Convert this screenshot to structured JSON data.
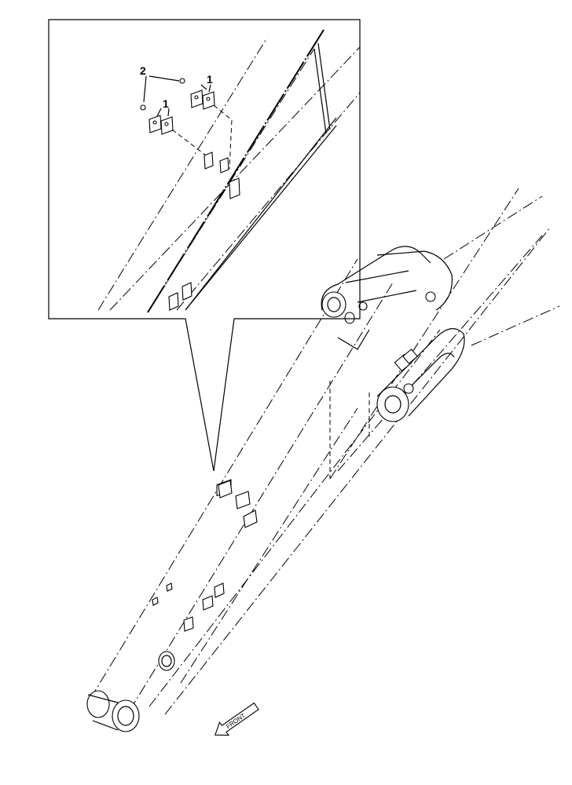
{
  "callouts": {
    "part_1_upper": "1",
    "part_1_lower": "1",
    "part_2": "2"
  },
  "direction_arrow": {
    "label": "FRONT"
  },
  "colors": {
    "line": "#000000",
    "background": "#ffffff"
  }
}
